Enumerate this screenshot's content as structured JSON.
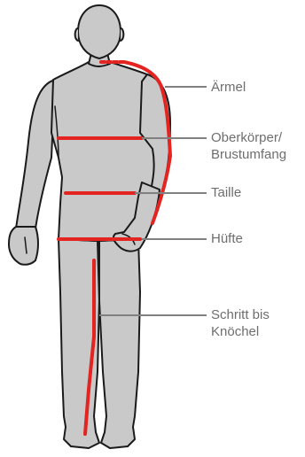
{
  "colors": {
    "body_fill": "#c9c9c9",
    "outline": "#1a1a1a",
    "measure_line": "#e32420",
    "leader_line": "#808080",
    "label_text": "#6e6e6e"
  },
  "labels": {
    "sleeve": "Ärmel",
    "chest_line1": "Oberkörper/",
    "chest_line2": "Brustumfang",
    "waist": "Taille",
    "hip": "Hüfte",
    "inseam_line1": "Schritt bis",
    "inseam_line2": "Knöchel"
  }
}
